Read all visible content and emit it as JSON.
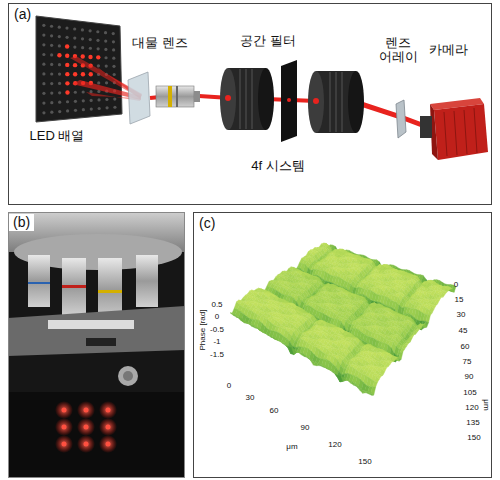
{
  "diagram": {
    "nodes": [
      {
        "text": [
          "(a)"
        ]
      },
      {
        "text": [
          "(b)"
        ]
      },
      {
        "text": [
          "(c)"
        ]
      }
    ],
    "labels": [
      "LED 배열",
      "대물 렌즈",
      "공간 필터",
      "렌즈 어레이",
      "카메라",
      "4f 시스템",
      "Phase [rad]",
      "0.5",
      "0",
      "-0.5",
      "-1",
      "-1.5",
      "0",
      "30",
      "60",
      "90",
      "120",
      "150",
      "μm",
      "0",
      "15",
      "30",
      "45",
      "60",
      "75",
      "90",
      "105",
      "120",
      "135",
      "150",
      "μm"
    ]
  }
}
